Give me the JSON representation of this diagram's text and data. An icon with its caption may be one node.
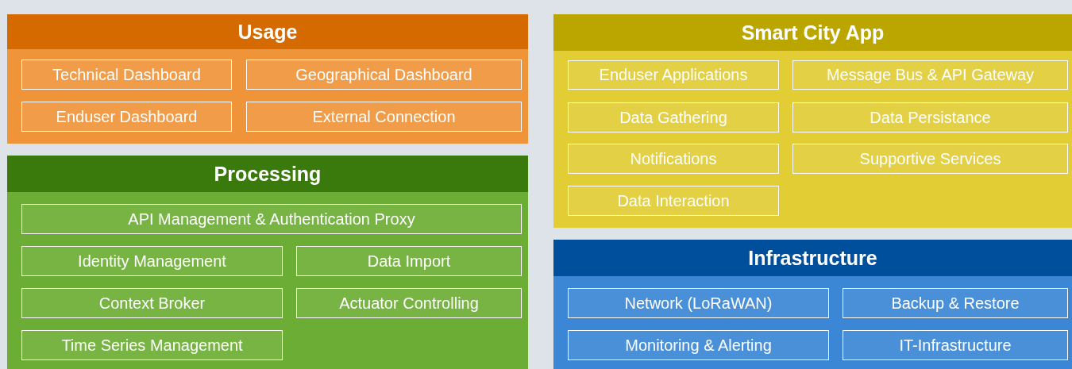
{
  "diagram": {
    "nodes": [
      {
        "text": [
          "Usage"
        ]
      },
      {
        "text": [
          "Technical Dashboard"
        ],
        "in": 0
      },
      {
        "text": [
          "Geographical Dashboard"
        ],
        "in": 0
      },
      {
        "text": [
          "Enduser Dashboard"
        ],
        "in": 0
      },
      {
        "text": [
          "External Connection"
        ],
        "in": 0
      },
      {
        "text": [
          "Processing"
        ]
      },
      {
        "text": [
          "API Management & Authentication Proxy"
        ],
        "in": 5
      },
      {
        "text": [
          "Identity Management"
        ],
        "in": 5
      },
      {
        "text": [
          "Data Import"
        ],
        "in": 5
      },
      {
        "text": [
          "Context Broker"
        ],
        "in": 5
      },
      {
        "text": [
          "Actuator Controlling"
        ],
        "in": 5
      },
      {
        "text": [
          "Time Series Management"
        ],
        "in": 5
      },
      {
        "text": [
          "Smart City App"
        ]
      },
      {
        "text": [
          "Enduser Applications"
        ],
        "in": 12
      },
      {
        "text": [
          "Message Bus & API Gateway"
        ],
        "in": 12
      },
      {
        "text": [
          "Data Gathering"
        ],
        "in": 12
      },
      {
        "text": [
          "Data Persistance"
        ],
        "in": 12
      },
      {
        "text": [
          "Notifications"
        ],
        "in": 12
      },
      {
        "text": [
          "Supportive Services"
        ],
        "in": 12
      },
      {
        "text": [
          "Data Interaction"
        ],
        "in": 12
      },
      {
        "text": [
          "Infrastructure"
        ]
      },
      {
        "text": [
          "Network (LoRaWAN)"
        ],
        "in": 20
      },
      {
        "text": [
          "Backup & Restore"
        ],
        "in": 20
      },
      {
        "text": [
          "Monitoring & Alerting"
        ],
        "in": 20
      },
      {
        "text": [
          "IT-Infrastructure"
        ],
        "in": 20
      }
    ]
  }
}
